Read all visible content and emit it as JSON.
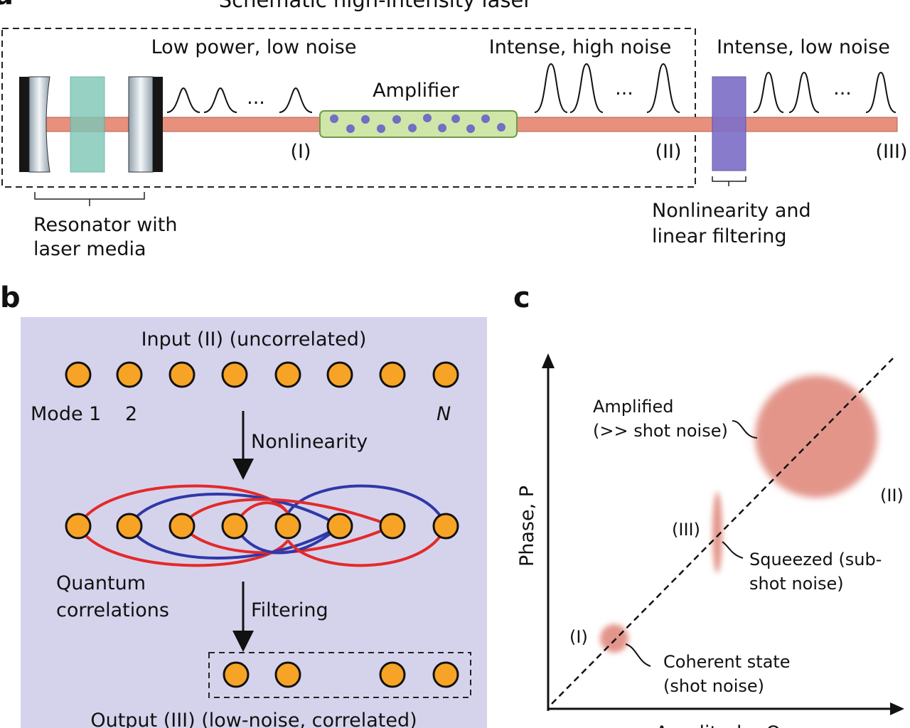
{
  "panel_a": {
    "label": "a",
    "title": "Schematic high-intensity laser",
    "low_noise_label": "Low power, low noise",
    "high_noise_label": "Intense, high noise",
    "intense_low_label": "Intense, low noise",
    "amplifier_label": "Amplifier",
    "ellipsis": "...",
    "point_1": "(I)",
    "point_2": "(II)",
    "point_3": "(III)",
    "resonator_line1": "Resonator with",
    "resonator_line2": "laser media",
    "nonlinearity_line1": "Nonlinearity and",
    "nonlinearity_line2": "linear filtering",
    "colors": {
      "beam": "#e8907e",
      "amplifier": "#cfe6a8",
      "filter": "#8070c8",
      "medium": "#7cc6b6"
    }
  },
  "panel_b": {
    "label": "b",
    "input_label": "Input (II) (uncorrelated)",
    "mode_label": "Mode 1",
    "mode_2": "2",
    "mode_n": "N",
    "nonlinearity_label": "Nonlinearity",
    "quantum_line1": "Quantum",
    "quantum_line2": "correlations",
    "filtering_label": "Filtering",
    "output_label": "Output (III) (low-noise, correlated)",
    "colors": {
      "background": "#d5d3ec",
      "mode": "#f7a325",
      "red_link": "#e32a2a",
      "blue_link": "#2f38a8"
    }
  },
  "panel_c": {
    "label": "c",
    "y_axis_label": "Phase, P",
    "x_axis_label": "Amplitude, Q",
    "amplified_line1": "Amplified",
    "amplified_line2": "(>> shot noise)",
    "point_2": "(II)",
    "point_3": "(III)",
    "squeezed_line1": "Squeezed (sub-",
    "squeezed_line2": "shot noise)",
    "point_1": "(I)",
    "coherent_line1": "Coherent state",
    "coherent_line2": "(shot noise)",
    "colors": {
      "blob": "#e3958a"
    }
  }
}
